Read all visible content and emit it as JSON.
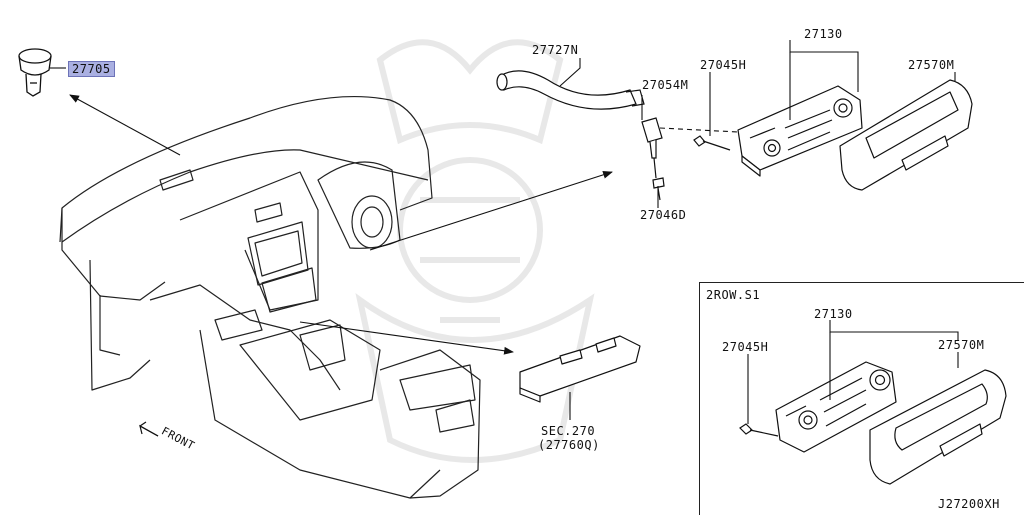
{
  "diagram": {
    "part_labels": {
      "p27705": "27705",
      "p27727N": "27727N",
      "p27130_top": "27130",
      "p27045H_top": "27045H",
      "p27570M_top": "27570M",
      "p27054M": "27054M",
      "p27046D": "27046D",
      "sec270": "SEC.270",
      "p27760Q": "(27760Q)",
      "p27130_inset": "27130",
      "p27045H_inset": "27045H",
      "p27570M_inset": "27570M"
    },
    "inset_title": "2ROW.S1",
    "front_label": "FRONT",
    "diagram_code": "J27200XH",
    "highlight_color": "#aab0e2"
  }
}
